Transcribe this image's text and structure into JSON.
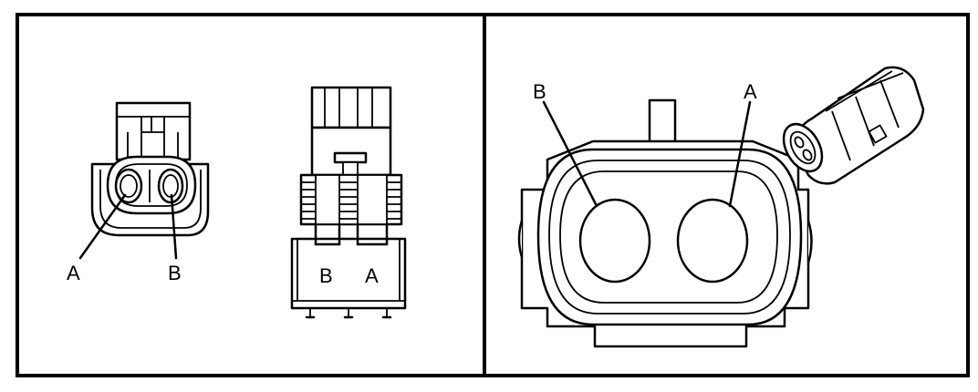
{
  "panels": [
    {
      "views": [
        {
          "labels": {
            "left_pin": "A",
            "right_pin": "B"
          }
        },
        {
          "labels": {
            "left_pin": "B",
            "right_pin": "A"
          }
        }
      ]
    },
    {
      "views": [
        {
          "labels": {
            "left_pin": "B",
            "right_pin": "A"
          }
        }
      ]
    }
  ]
}
